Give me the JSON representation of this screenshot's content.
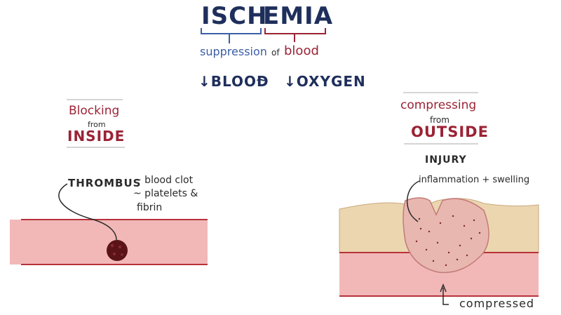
{
  "colors": {
    "navy": "#1f2f5c",
    "accent_blue": "#3b5fa8",
    "accent_red": "#9b2335",
    "vessel_pink": "#f2b8b8",
    "vessel_line": "#b8323a",
    "tissue_tan": "#ebd6b0",
    "inflamed_tissue": "#e8b7b0",
    "clot_dark": "#5a1418"
  },
  "title": {
    "part1": "ISCH",
    "part2": "EMIA"
  },
  "definition": {
    "part1": "suppression",
    "connector": "of",
    "part2": "blood"
  },
  "effect": {
    "blood": "↓BLOOD",
    "tilde": "~",
    "oxygen": "↓OXYGEN"
  },
  "left_panel": {
    "line1": "Blocking",
    "line2": "from",
    "line3": "INSIDE",
    "thrombus": "THROMBUS",
    "note1": "~ blood clot",
    "note2": "~ platelets & ",
    "note3": "fibrin"
  },
  "right_panel": {
    "line1": "compressing",
    "line2": "from",
    "line3": "OUTSIDE",
    "injury": "INJURY",
    "inflammation": "inflammation + swelling",
    "compressed": "compressed"
  }
}
